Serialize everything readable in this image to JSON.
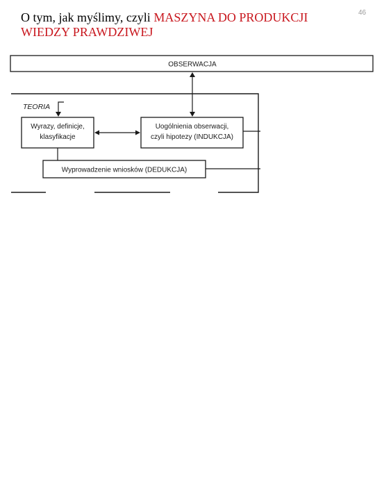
{
  "page_number": "46",
  "title": {
    "lead": "O tym, jak myślimy, czyli ",
    "accent_line1": "MASZYNA DO PRODUKCJI",
    "accent_line2": "WIEDZY PRAWDZIWEJ",
    "accent_color": "#c8161d"
  },
  "diagram": {
    "observation": "OBSERWACJA",
    "theory_label": "TEORIA",
    "terms": [
      "Wyrazy, definicje,",
      "klasyfikacje"
    ],
    "induction": [
      "Uogólnienia obserwacji,",
      "czyli hipotezy (INDUKCJA)"
    ],
    "deduction": "Wyprowadzenie wniosków (DEDUKCJA)"
  }
}
